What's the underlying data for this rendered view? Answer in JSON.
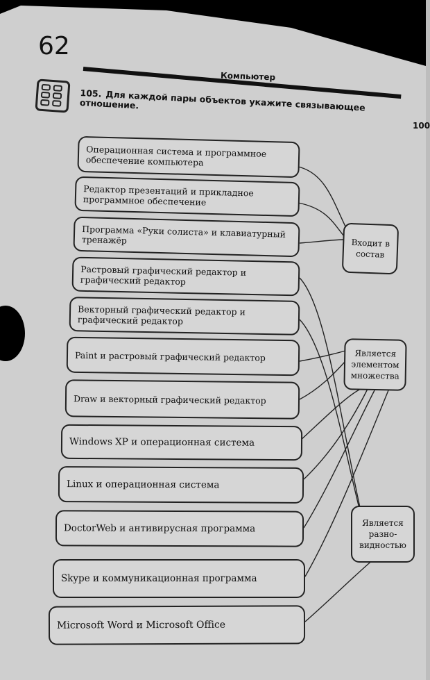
{
  "header": {
    "page_number": "62",
    "section_title": "Компьютер",
    "right_page_number": "100"
  },
  "task": {
    "number": "105.",
    "text": "Для каждой пары объектов укажите связывающее отношение."
  },
  "pairs": [
    {
      "label": "Операционная система и программное обеспечение компьютера"
    },
    {
      "label": "Редактор презентаций и прикладное программное обеспечение"
    },
    {
      "label": "Программа «Руки солиста» и клавиатурный тренажёр"
    },
    {
      "label": "Растровый графический редактор и графический редактор"
    },
    {
      "label": "Векторный графический редактор и графический редактор"
    },
    {
      "label": "Paint и растровый графический редактор"
    },
    {
      "label": "Draw и векторный графический редактор"
    },
    {
      "label": "Windows XP и операционная система"
    },
    {
      "label": "Linux и операционная система"
    },
    {
      "label": "DoctorWeb и антивирусная программа"
    },
    {
      "label": "Skype и коммуникационная программа"
    },
    {
      "label": "Microsoft Word и Microsoft Office"
    }
  ],
  "relations": [
    {
      "label": "Входит в состав"
    },
    {
      "label": "Является элементом множества"
    },
    {
      "label": "Является разно-видностью"
    }
  ]
}
